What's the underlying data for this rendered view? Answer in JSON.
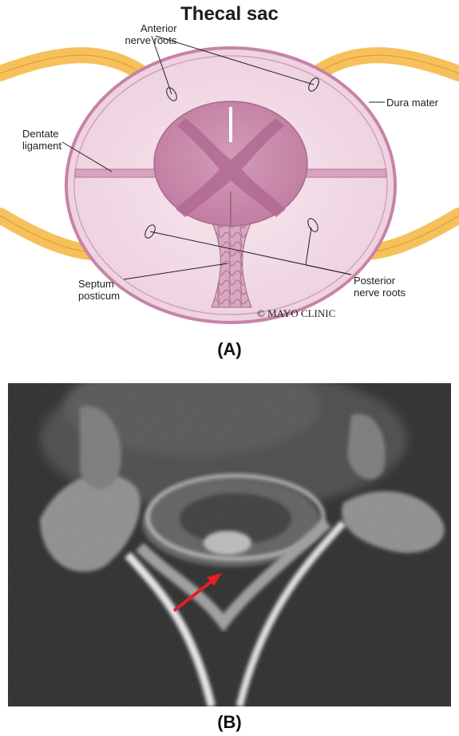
{
  "panel_a": {
    "title": "Thecal sac",
    "labels": {
      "anterior_nerve_roots_1": "Anterior",
      "anterior_nerve_roots_2": "nerve roots",
      "dura_mater": "Dura mater",
      "dentate_ligament_1": "Dentate",
      "dentate_ligament_2": "ligament",
      "septum_posticum_1": "Septum",
      "septum_posticum_2": "posticum",
      "posterior_nerve_roots_1": "Posterior",
      "posterior_nerve_roots_2": "nerve roots"
    },
    "copyright": "© MAYO CLINIC",
    "panel_label": "(A)"
  },
  "panel_b": {
    "panel_label": "(B)",
    "arrow_color": "#e31e24"
  },
  "colors": {
    "dura_fill": "#f2dbe6",
    "dura_stroke": "#c783a8",
    "cord_fill": "#c98aab",
    "gray_matter": "#b06a93",
    "nerve": "#f6c05a",
    "nerve_dark": "#d99a3a"
  }
}
